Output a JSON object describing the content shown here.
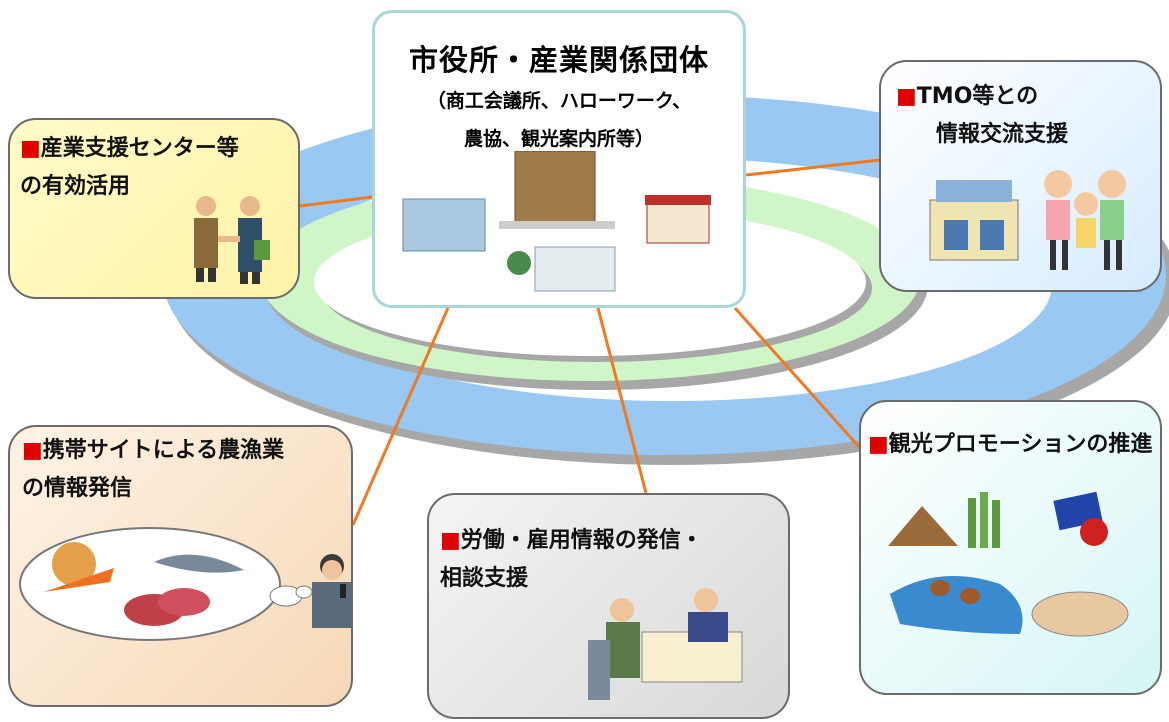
{
  "center": {
    "title": "市役所・産業関係団体",
    "sub_line1": "（商工会議所、ハローワーク、",
    "sub_line2": "農協、観光案内所等）"
  },
  "boxes": {
    "industry": {
      "bullet": "■",
      "line1": "産業支援センター等",
      "line2": "の有効活用"
    },
    "tmo": {
      "bullet": "■",
      "line1": "TMO等との",
      "line2": "情報交流支援"
    },
    "mobile": {
      "bullet": "■",
      "line1": "携帯サイトによる農漁業",
      "line2": "の情報発信"
    },
    "labor": {
      "bullet": "■",
      "line1": "労働・雇用情報の発信・",
      "line2": "相談支援"
    },
    "tourism": {
      "bullet": "■",
      "line1": "観光プロモーションの推進",
      "line2": ""
    }
  },
  "colors": {
    "bullet": "#e00000",
    "connector": "#ef7a22",
    "ring_outer": "#99c8f2",
    "ring_inner": "#cff5c8",
    "center_border": "#a9d6d6"
  }
}
